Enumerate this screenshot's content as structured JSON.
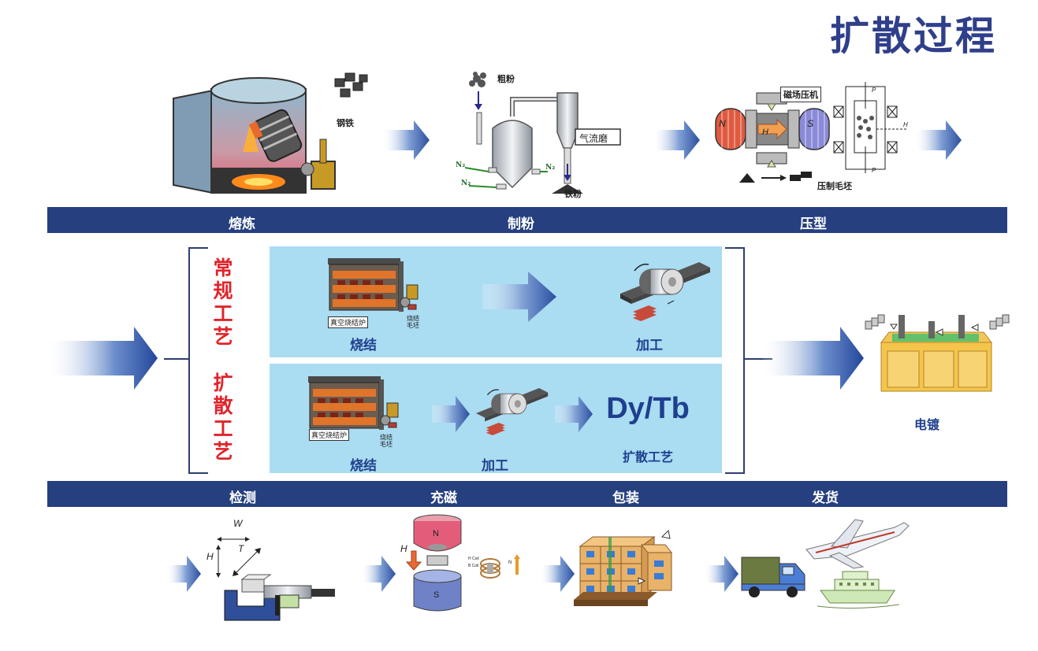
{
  "title": "扩散过程",
  "top_stage": {
    "steps": [
      "熔炼",
      "制粉",
      "压型"
    ],
    "illustration_labels": {
      "ingot": "钢铁",
      "coarse_powder": "粗粉",
      "jet_mill": "气流磨",
      "fine_powder": "铁粉",
      "n2": "N₂",
      "press": "磁场压机",
      "green_compact": "压制毛坯",
      "pole_n": "N",
      "pole_s": "S",
      "field_h": "H",
      "pressure_p": "P"
    }
  },
  "middle_stage": {
    "conventional": {
      "label": "常规工艺",
      "steps": [
        "烧结",
        "加工"
      ],
      "furnace_label": "真空烧结炉",
      "blank_label": "烧结毛坯"
    },
    "diffusion": {
      "label": "扩散工艺",
      "steps": [
        "烧结",
        "加工"
      ],
      "furnace_label": "真空烧结炉",
      "blank_label": "烧结毛坯",
      "element": "Dy/Tb",
      "element_caption": "扩散工艺"
    },
    "plating": "电镀"
  },
  "bottom_stage": {
    "steps": [
      "检测",
      "充磁",
      "包装",
      "发货"
    ],
    "illustration_labels": {
      "dim_w": "W",
      "dim_h": "H",
      "dim_t": "T",
      "mag_n": "N",
      "mag_s": "S",
      "mag_h": "H",
      "h_coil": "H Coil",
      "b_coil": "B Coil",
      "coil_n": "N"
    }
  },
  "colors": {
    "bar": "#253f7f",
    "title": "#2f3f8a",
    "panel": "#aadcf2",
    "process_red": "#e0242b",
    "label_navy": "#1f3f8e"
  }
}
